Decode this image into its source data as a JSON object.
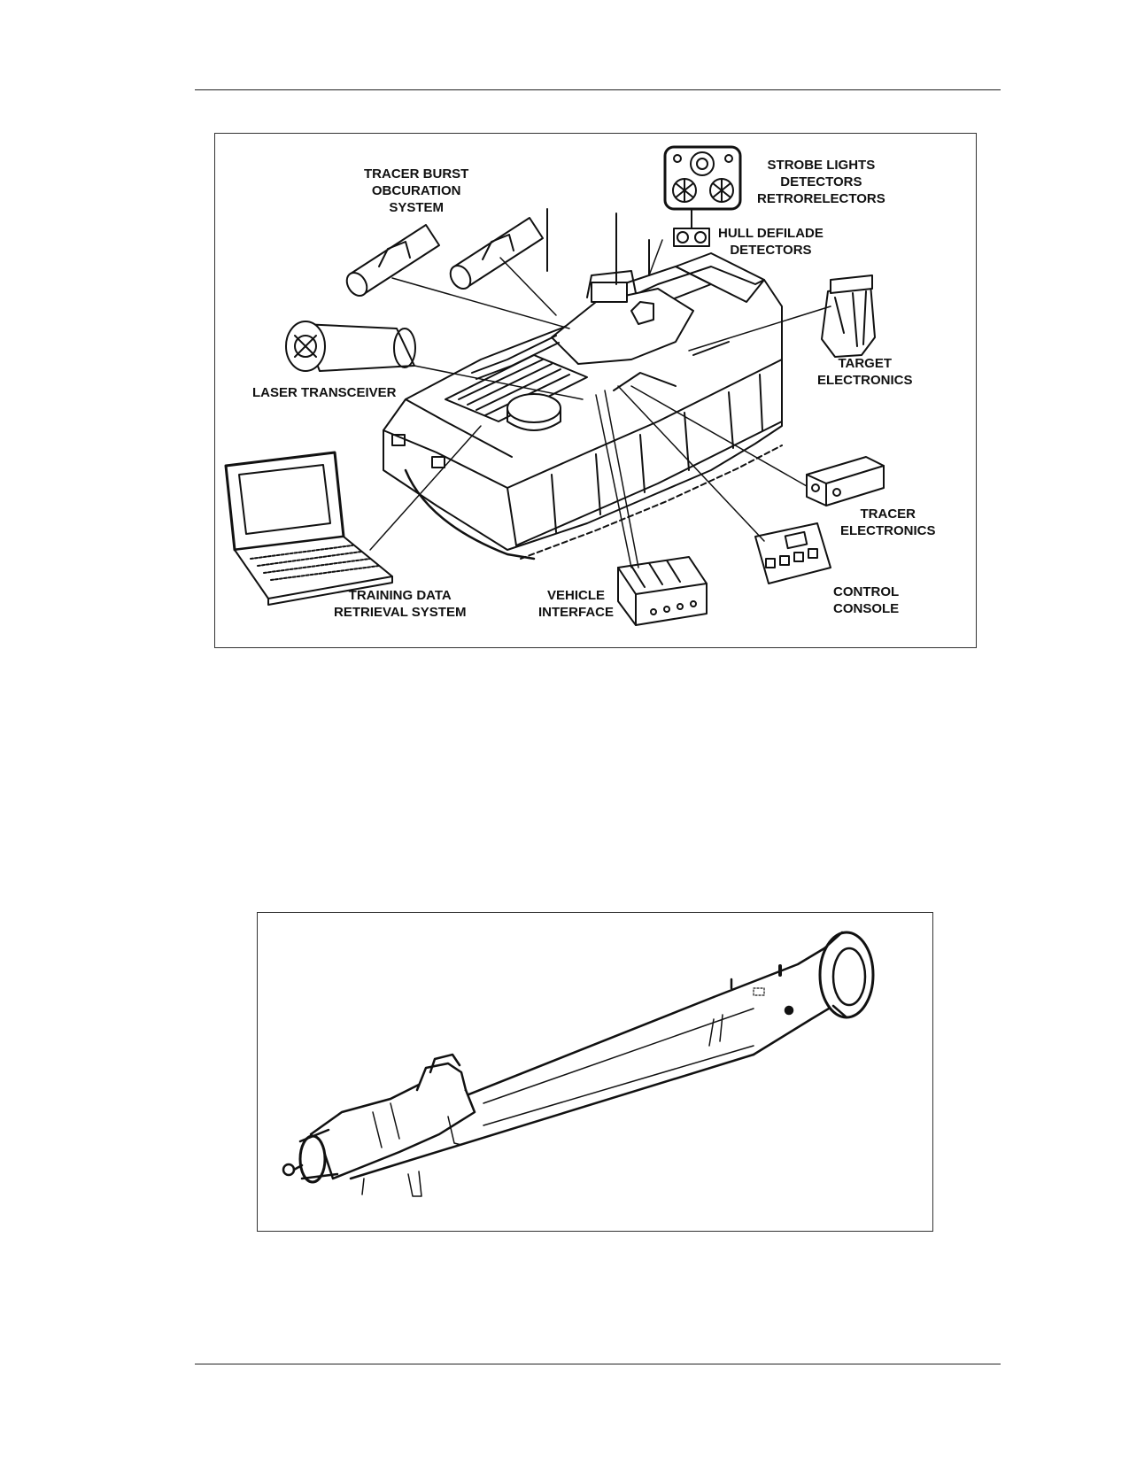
{
  "figure1": {
    "labels": {
      "tracer_burst": "TRACER BURST\nOBCURATION\nSYSTEM",
      "strobe": "STROBE LIGHTS\nDETECTORS\nRETRORELECTORS",
      "hull_defilade": "HULL DEFILADE\nDETECTORS",
      "laser": "LASER TRANSCEIVER",
      "target": "TARGET\nELECTRONICS",
      "tracer_electronics": "TRACER\nELECTRONICS",
      "control": "CONTROL\nCONSOLE",
      "vehicle": "VEHICLE\nINTERFACE",
      "training": "TRAINING DATA\nRETRIEVAL SYSTEM"
    },
    "icons": [
      "tracer-canister-icon",
      "strobe-detector-panel-icon",
      "hull-defilade-detector-icon",
      "laser-transceiver-icon",
      "target-electronics-icon",
      "tracer-electronics-box-icon",
      "control-console-icon",
      "vehicle-interface-icon",
      "laptop-icon",
      "armored-vehicle-icon"
    ]
  },
  "figure2": {
    "icons": [
      "launcher-tube-icon"
    ]
  }
}
